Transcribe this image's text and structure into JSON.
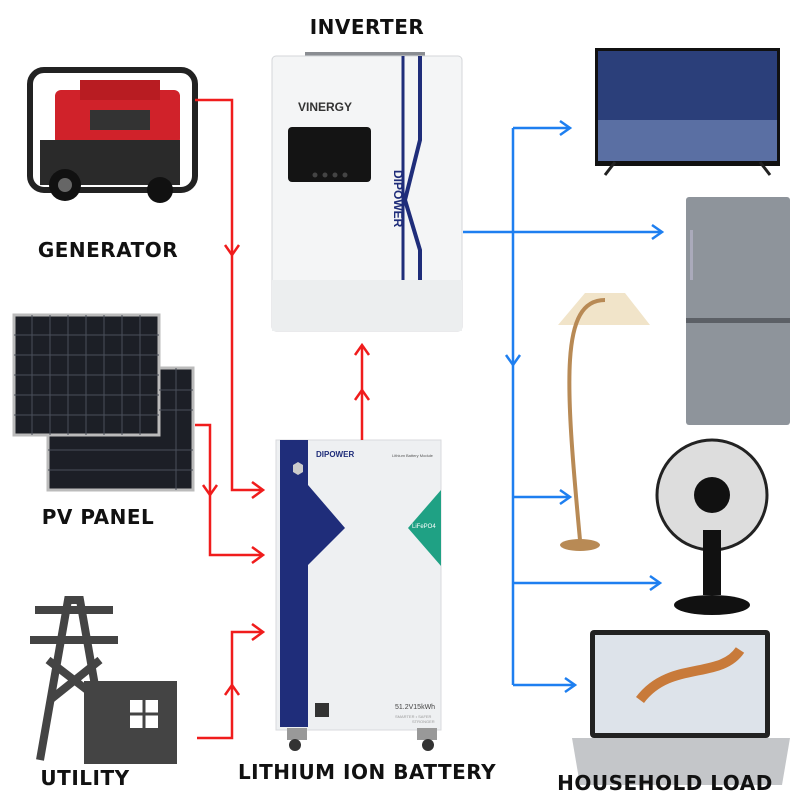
{
  "labels": {
    "generator": "GENERATOR",
    "pv_panel": "PV PANEL",
    "utility": "UTILITY",
    "inverter": "INVERTER",
    "battery": "LITHIUM ION BATTERY",
    "household_load": "HOUSEHOLD LOAD"
  },
  "inverter": {
    "brand_logo": "VINERGY",
    "side_brand": "DIPOWER"
  },
  "battery": {
    "brand": "DIPOWER",
    "module_label": "Lithium Battery Module",
    "chemistry": "LiFePO4",
    "rating": "51.2V15kWh",
    "slogan_1": "SMARTER • SAFER",
    "slogan_2": "STRONGER"
  },
  "colors": {
    "input_flow": "#f01c1c",
    "output_flow": "#1e7ff0",
    "brand_blue": "#1f2d7a",
    "lifepo4_green": "#1fa184"
  }
}
